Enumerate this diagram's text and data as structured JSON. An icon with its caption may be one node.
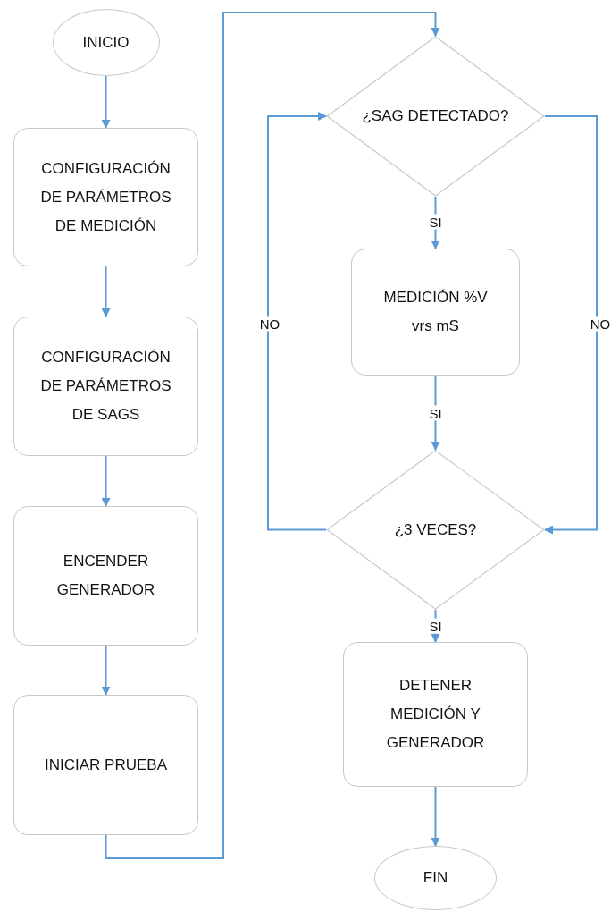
{
  "diagram": {
    "nodes": [
      {
        "text": [
          "INICIO"
        ]
      },
      {
        "text": [
          "CONFIGURACIÓN DE PARÁMETROS DE MEDICIÓN"
        ]
      },
      {
        "text": [
          "CONFIGURACIÓN DE PARÁMETROS DE SAGS"
        ]
      },
      {
        "text": [
          "ENCENDER GENERADOR"
        ]
      },
      {
        "text": [
          "INICIAR PRUEBA"
        ]
      },
      {
        "text": [
          "¿SAG DETECTADO?"
        ]
      },
      {
        "text": [
          "MEDICIÓN %V vrs mS"
        ]
      },
      {
        "text": [
          "¿3 VECES?"
        ]
      },
      {
        "text": [
          "DETENER MEDICIÓN Y GENERADOR"
        ]
      },
      {
        "text": [
          "FIN"
        ]
      }
    ],
    "edges": [
      {
        "from": 0,
        "to": 1,
        "arrow": "to"
      },
      {
        "from": 1,
        "to": 2,
        "arrow": "to"
      },
      {
        "from": 2,
        "to": 3,
        "arrow": "to"
      },
      {
        "from": 3,
        "to": 4,
        "arrow": "to"
      },
      {
        "from": 4,
        "to": 5,
        "arrow": "to"
      },
      {
        "from": 5,
        "to": 6,
        "arrow": "to",
        "label": "SI"
      },
      {
        "from": 6,
        "to": 7,
        "arrow": "to",
        "label": "SI"
      },
      {
        "from": 7,
        "to": 5,
        "arrow": "to",
        "label": "NO"
      },
      {
        "from": 5,
        "to": 7,
        "arrow": "to",
        "label": "NO"
      },
      {
        "from": 7,
        "to": 8,
        "arrow": "to",
        "label": "SI"
      },
      {
        "from": 8,
        "to": 9,
        "arrow": "to"
      }
    ]
  }
}
